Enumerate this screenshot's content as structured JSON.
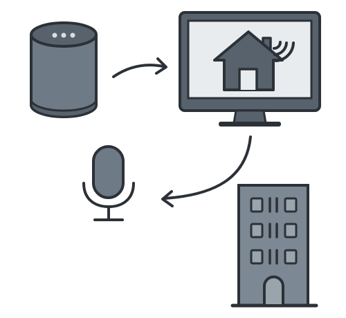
{
  "diagram": {
    "nodes": [
      {
        "id": "smart-speaker",
        "icon": "smart-speaker-icon"
      },
      {
        "id": "smart-home-monitor",
        "icon": "monitor-smart-home-icon"
      },
      {
        "id": "microphone",
        "icon": "microphone-icon"
      },
      {
        "id": "office-building",
        "icon": "office-building-icon"
      }
    ],
    "edges": [
      {
        "from": "smart-speaker",
        "to": "smart-home-monitor"
      },
      {
        "from": "smart-home-monitor",
        "to": "microphone"
      }
    ]
  },
  "colors": {
    "ink": "#2b3137",
    "body_dark": "#58626c",
    "body_mid": "#6e7a85",
    "body_light": "#7c8893",
    "screen": "#e9ecee",
    "window": "#9aa4ad",
    "background": "#ffffff"
  }
}
